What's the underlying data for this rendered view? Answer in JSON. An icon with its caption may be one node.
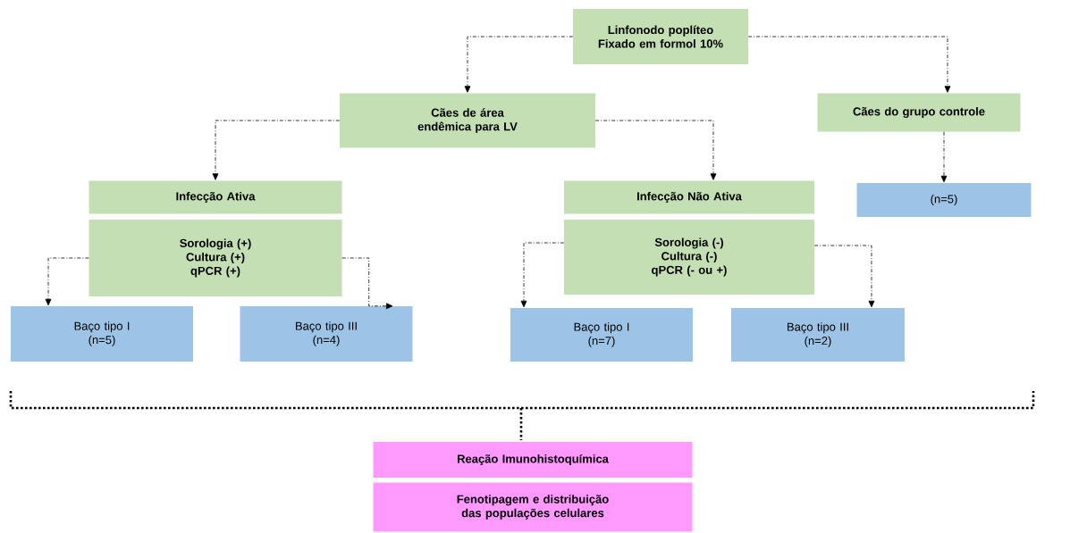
{
  "diagram": {
    "nodes": [
      {
        "text": [
          "Linfonodo poplíteo Fixado em formol 10%"
        ]
      },
      {
        "text": [
          "Cães de área endêmica para LV"
        ]
      },
      {
        "text": [
          "Cães do grupo controle"
        ]
      },
      {
        "text": [
          "Infecção Ativa"
        ]
      },
      {
        "text": [
          "Sorologia (+)",
          "Cultura (+)",
          "qPCR (+)"
        ]
      },
      {
        "text": [
          "Infecção Não Ativa"
        ]
      },
      {
        "text": [
          "Sorologia (-)",
          "Cultura (-)",
          "qPCR (- ou +)"
        ]
      },
      {
        "text": [
          "(n=5)"
        ]
      },
      {
        "text": [
          "Baço tipo I",
          "(n=5)"
        ]
      },
      {
        "text": [
          "Baço tipo III",
          "(n=4)"
        ]
      },
      {
        "text": [
          "Baço tipo I",
          "(n=7)"
        ]
      },
      {
        "text": [
          "Baço tipo III",
          "(n=2)"
        ]
      },
      {
        "text": [
          "Reação Imunohistoquímica"
        ]
      },
      {
        "text": [
          "Fenotipagem e distribuição das populações celulares"
        ]
      }
    ],
    "edges": [
      {
        "from": 0,
        "to": 1,
        "arrow": "to"
      },
      {
        "from": 0,
        "to": 2,
        "arrow": "to"
      },
      {
        "from": 1,
        "to": 3,
        "arrow": "to"
      },
      {
        "from": 1,
        "to": 5,
        "arrow": "to"
      },
      {
        "from": 2,
        "to": 7,
        "arrow": "to"
      },
      {
        "from": 4,
        "to": 8,
        "arrow": "to"
      },
      {
        "from": 4,
        "to": 9,
        "arrow": "to"
      },
      {
        "from": 6,
        "to": 10,
        "arrow": "to"
      },
      {
        "from": 6,
        "to": 11,
        "arrow": "to"
      }
    ]
  }
}
